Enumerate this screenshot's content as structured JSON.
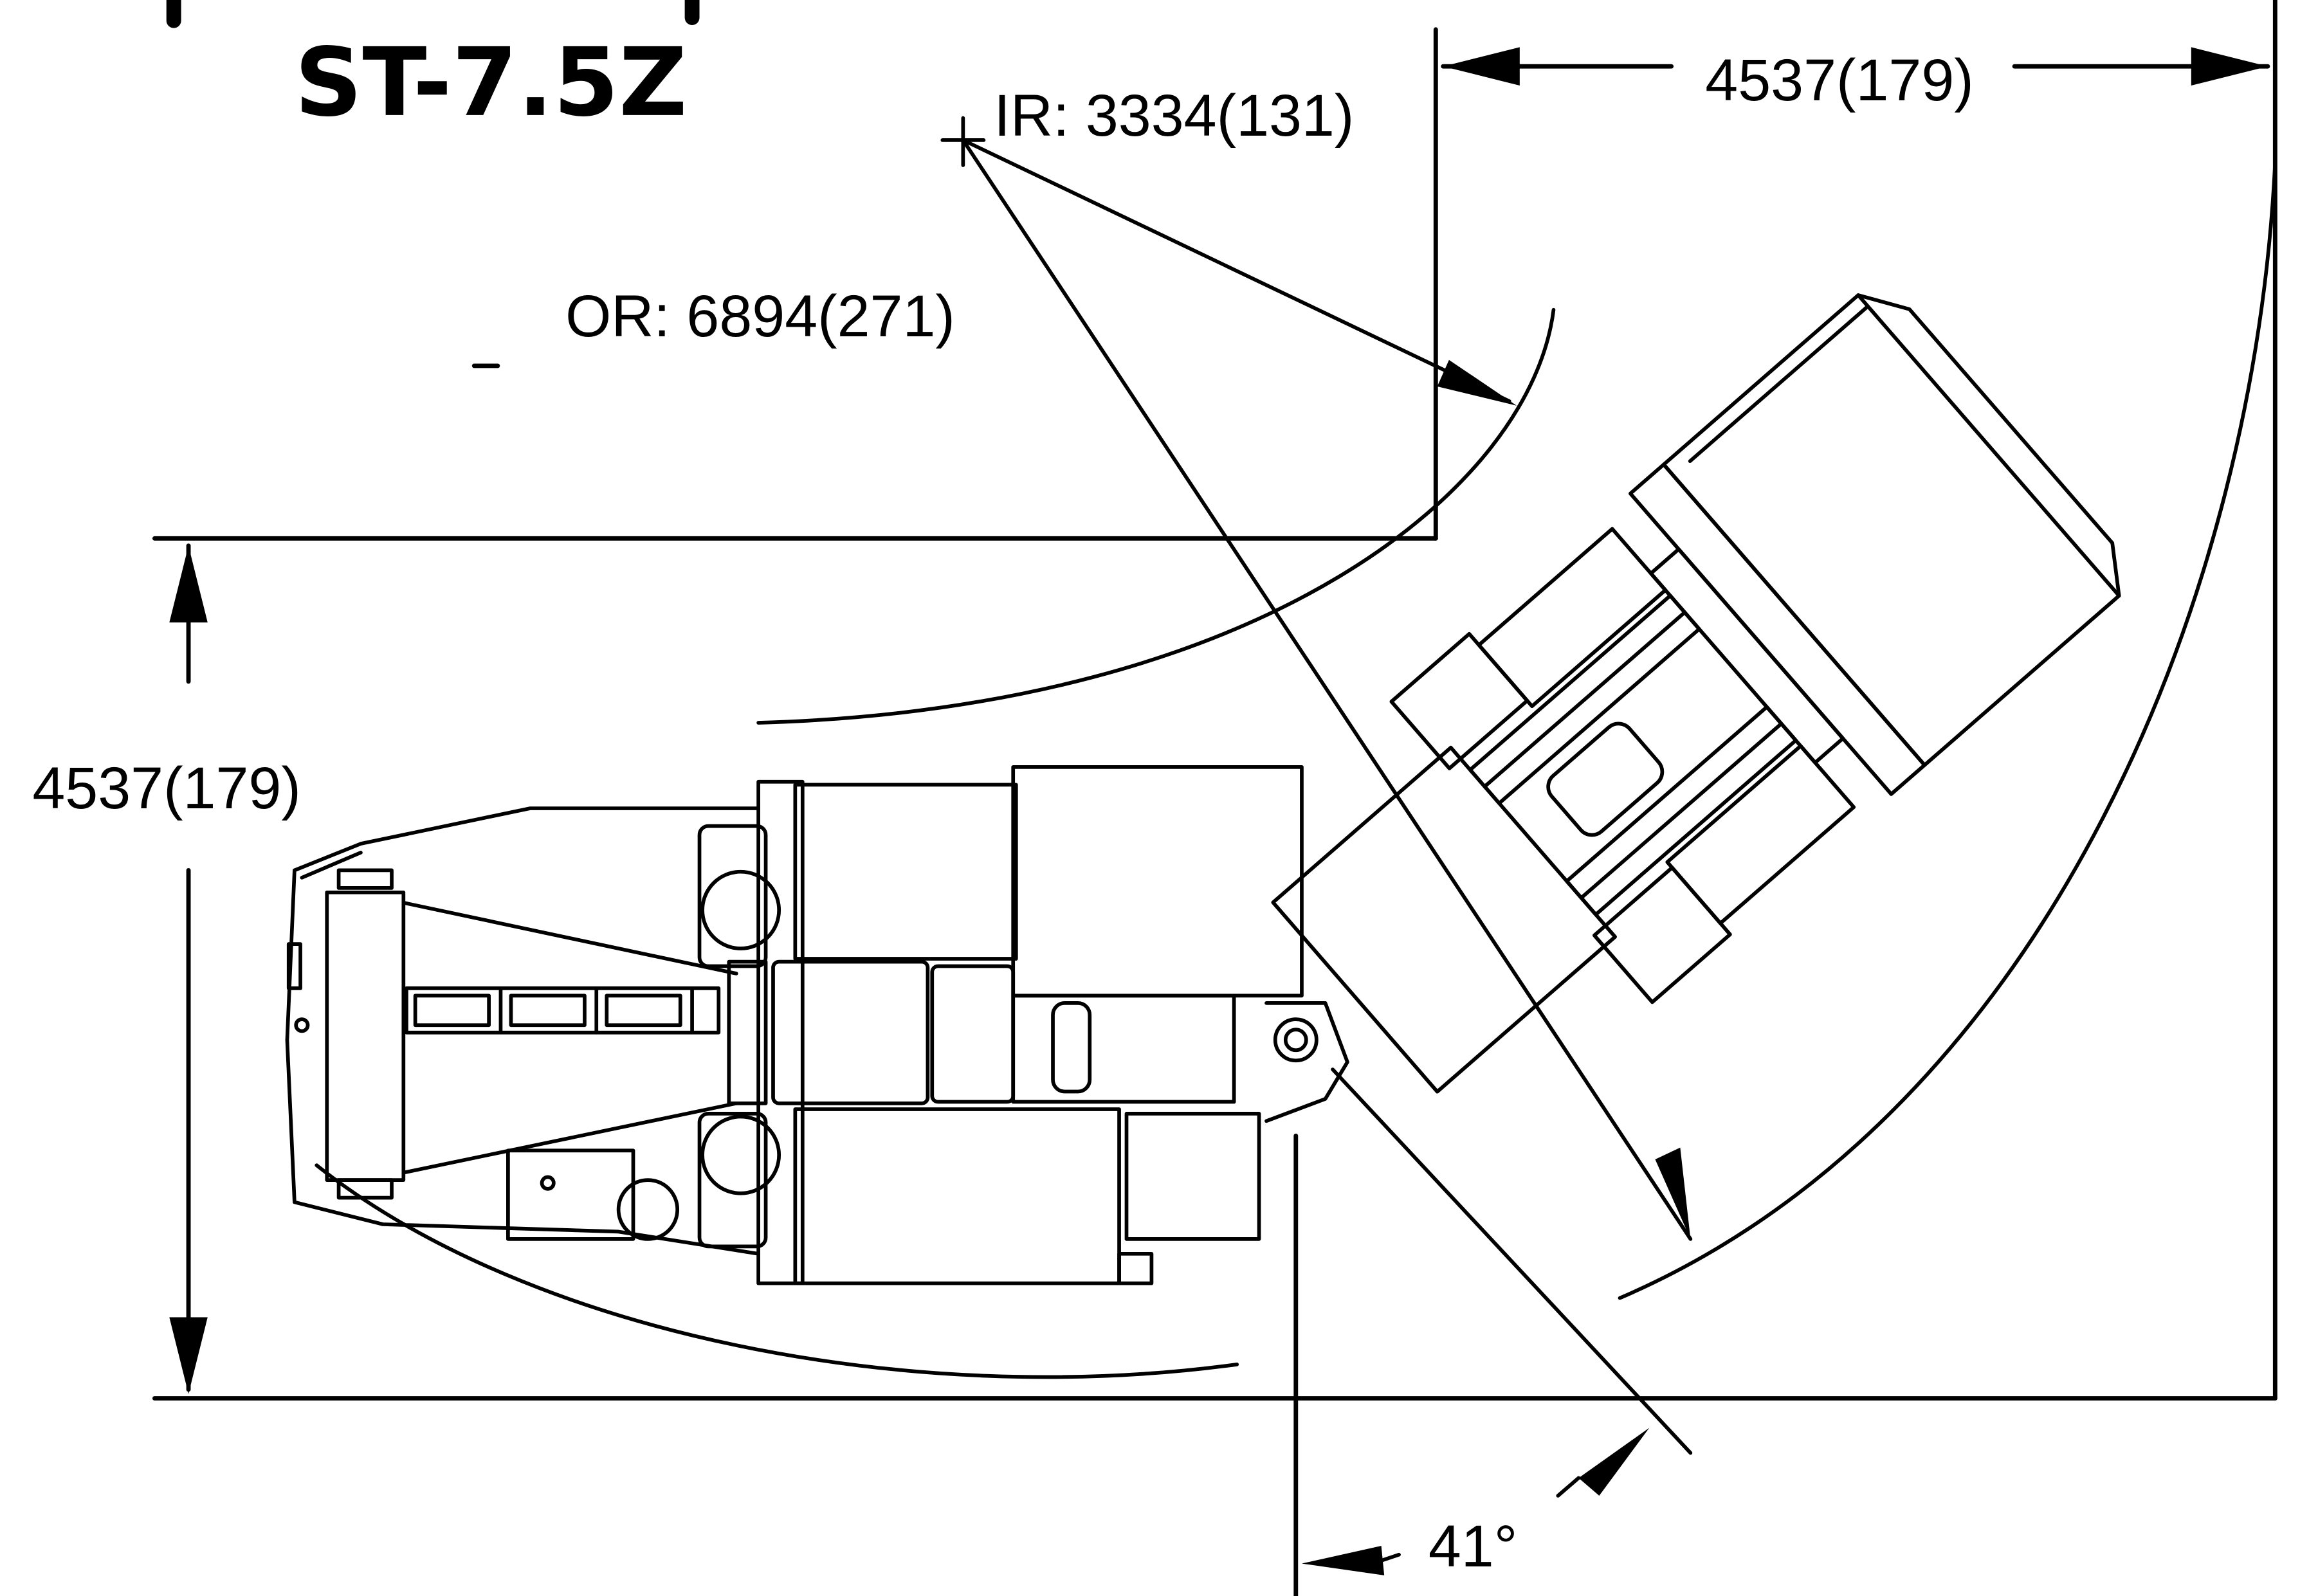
{
  "title": "ST-7.5Z",
  "labels": {
    "inner_radius": "IR: 3334(131)",
    "outer_radius": "OR: 6894(271)",
    "width_top": "4537(179)",
    "width_left": "4537(179)",
    "angle": "41°"
  },
  "colors": {
    "line": "#000000",
    "background": "#ffffff"
  }
}
